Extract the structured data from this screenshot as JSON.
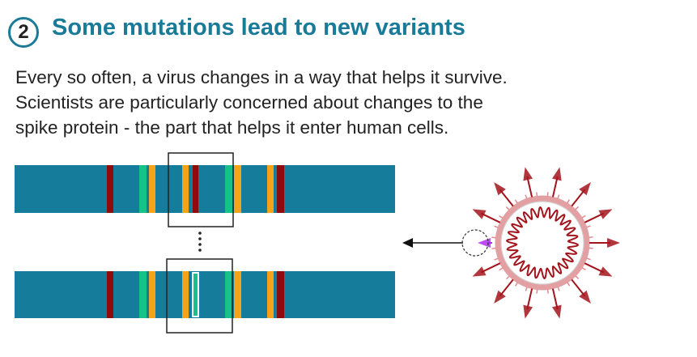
{
  "header": {
    "step_number": "2",
    "title": "Some mutations lead to new variants"
  },
  "body_lines": [
    "Every so often, a virus changes in a way that helps it survive.",
    "Scientists are particularly concerned about changes to the",
    "spike protein - the part that helps it enter human cells."
  ],
  "colors": {
    "accent": "#1a7b99",
    "strand": "#157c9c",
    "red": "#8f0a0a",
    "green": "#17c28a",
    "orange": "#f5a31a",
    "virus": "#a3141c",
    "mutant_spike": "#b02cf0"
  },
  "genome": {
    "original_stripes": [
      "red",
      "green",
      "orange",
      "orange",
      "red",
      "green",
      "orange",
      "orange",
      "red"
    ],
    "variant_stripes": [
      "red",
      "green",
      "orange",
      "orange",
      "green",
      "green",
      "orange",
      "orange",
      "red"
    ]
  }
}
